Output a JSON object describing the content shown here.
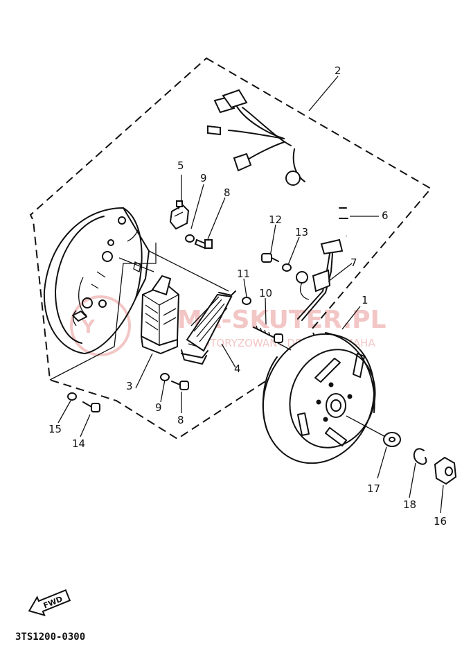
{
  "diagram_code": "3TS1200-0300",
  "fwd_label": "FWD",
  "watermark": {
    "main": "AMA-SKUTER.PL",
    "sub": "AUTORYZOWANY DEALER YAMAHA"
  },
  "callouts": [
    "1",
    "2",
    "3",
    "4",
    "5",
    "6",
    "7",
    "8",
    "9",
    "10",
    "11",
    "12",
    "13",
    "14",
    "15",
    "16",
    "17",
    "18"
  ],
  "callout_dup": {
    "8b": "8",
    "9b": "9"
  }
}
